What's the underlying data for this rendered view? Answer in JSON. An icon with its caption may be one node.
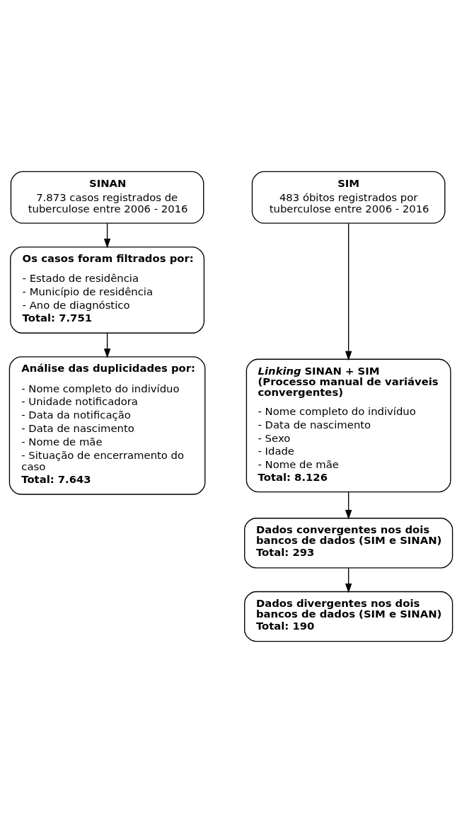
{
  "diagram": {
    "nodes": [
      {
        "text": [
          "SINAN",
          "7.873 casos registrados de tuberculose entre 2006 - 2016"
        ]
      },
      {
        "text": [
          "SIM",
          "483 óbitos registrados por tuberculose entre 2006 - 2016"
        ]
      },
      {
        "text": [
          "Os casos foram filtrados por:",
          "- Estado de residência",
          "- Município de residência",
          "- Ano de diagnóstico",
          "Total: 7.751"
        ]
      },
      {
        "text": [
          "Análise das duplicidades por:",
          "- Nome completo do indivíduo",
          "- Unidade notificadora",
          "- Data da notificação",
          "- Data de nascimento",
          "- Nome de mãe",
          "- Situação de encerramento do caso",
          "Total: 7.643"
        ]
      },
      {
        "text": [
          "*Linking* SINAN + SIM (Processo manual de variáveis convergentes)",
          "- Nome completo do indivíduo",
          "- Data de nascimento",
          "- Sexo",
          "- Idade",
          "- Nome de mãe",
          "Total: 8.126"
        ]
      },
      {
        "text": [
          "Dados convergentes nos dois bancos de dados (SIM e SINAN)",
          "Total: 293"
        ]
      },
      {
        "text": [
          "Dados divergentes nos dois bancos de dados (SIM e SINAN)",
          "Total: 190"
        ]
      }
    ],
    "edges": [
      {
        "from": 0,
        "to": 2,
        "arrow": "to"
      },
      {
        "from": 2,
        "to": 3,
        "arrow": "to"
      },
      {
        "from": 1,
        "to": 4,
        "arrow": "to"
      },
      {
        "from": 4,
        "to": 5,
        "arrow": "to"
      },
      {
        "from": 5,
        "to": 6,
        "arrow": "to"
      }
    ]
  }
}
